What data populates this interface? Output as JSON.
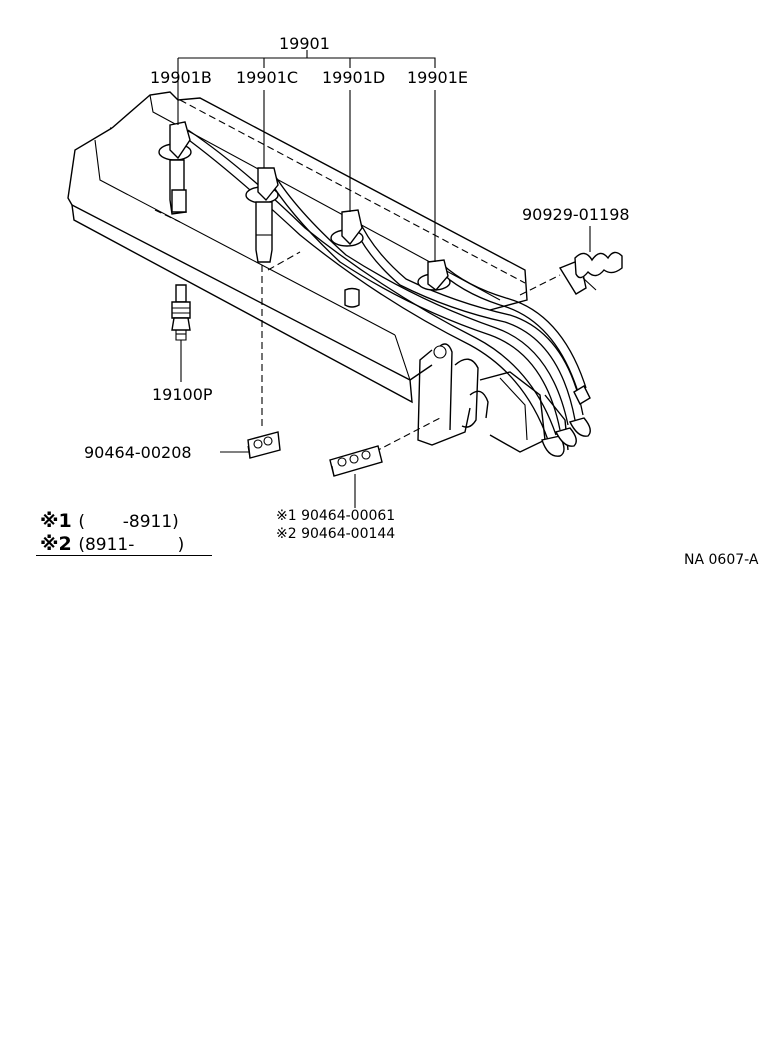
{
  "parts": {
    "assembly": "19901",
    "cord_b": "19901B",
    "cord_c": "19901C",
    "cord_d": "19901D",
    "cord_e": "19901E",
    "clamp_right": "90929-01198",
    "spark_plug": "19100P",
    "clamp_left": "90464-00208",
    "clamp_center_1": "※1 90464-00061",
    "clamp_center_2": "※2 90464-00144"
  },
  "legend": [
    {
      "mark": "※1",
      "range": "(       -8911)"
    },
    {
      "mark": "※2",
      "range": "(8911-        )"
    }
  ],
  "figure_code": "NA 0607-A"
}
